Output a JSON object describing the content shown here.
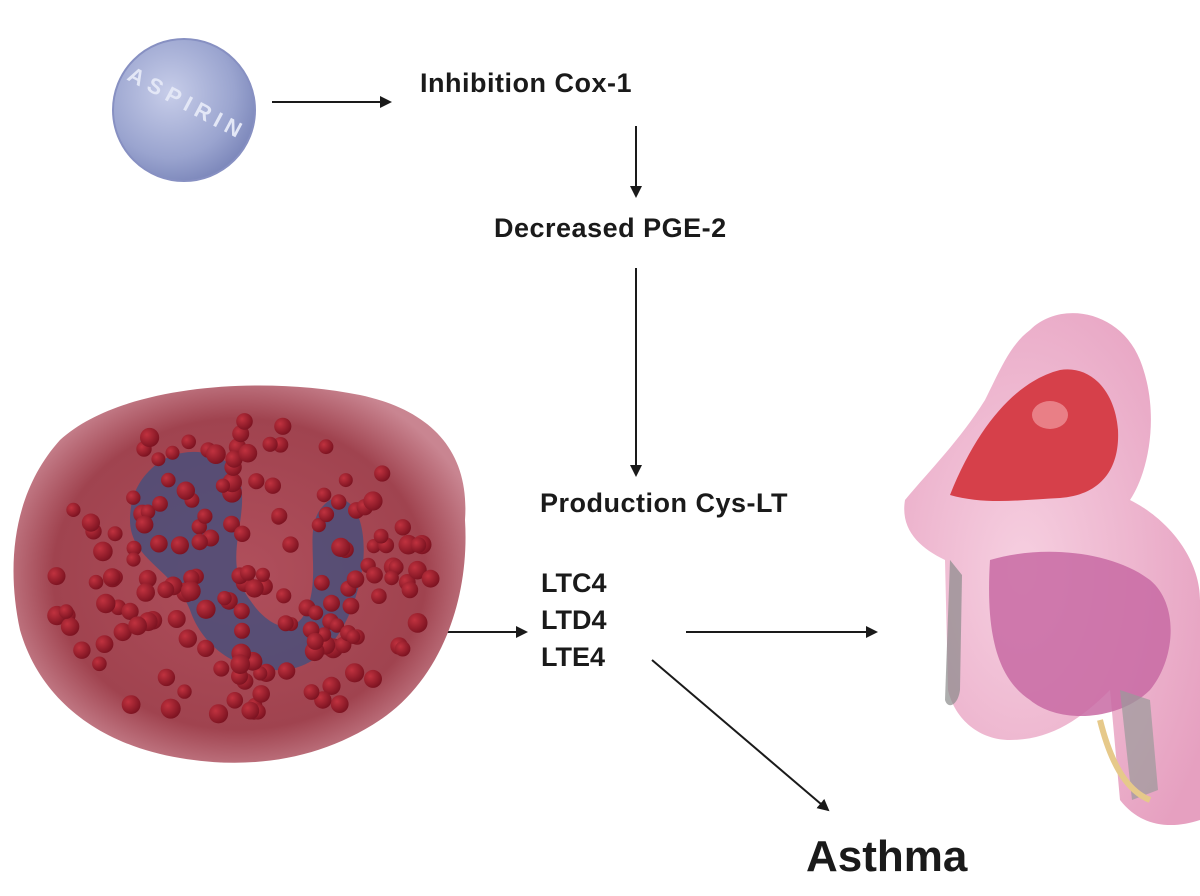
{
  "diagram": {
    "steps": {
      "inhibition": "Inhibition Cox-1",
      "decreased": "Decreased PGE-2",
      "production": "Production Cys-LT"
    },
    "leukotrienes": [
      "LTC4",
      "LTD4",
      "LTE4"
    ],
    "outcome": "Asthma"
  },
  "pill": {
    "imprint": "ASPIRIN"
  },
  "colors": {
    "pill": "#9aa4cf",
    "cell_body": "#a34a55",
    "granule": "#8b1d2a",
    "nucleus": "#4a4f7a",
    "nasal_tissue": "#e9a4c4",
    "arrow": "#1a1a1a"
  }
}
